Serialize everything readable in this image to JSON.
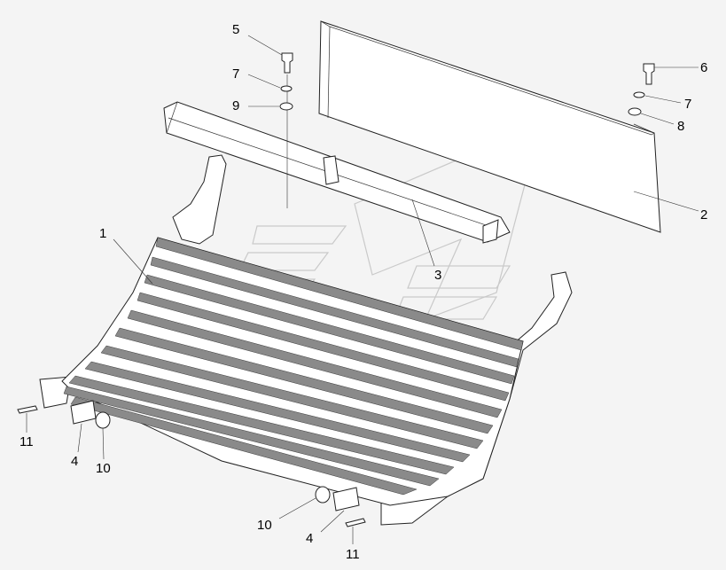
{
  "diagram": {
    "colors": {
      "background": "#f4f4f4",
      "line": "#222222",
      "watermark": "#c9c9c9"
    },
    "callouts": [
      {
        "id": "c1",
        "text": "1"
      },
      {
        "id": "c2",
        "text": "2"
      },
      {
        "id": "c3",
        "text": "3"
      },
      {
        "id": "c4a",
        "text": "4"
      },
      {
        "id": "c4b",
        "text": "4"
      },
      {
        "id": "c5",
        "text": "5"
      },
      {
        "id": "c6",
        "text": "6"
      },
      {
        "id": "c7a",
        "text": "7"
      },
      {
        "id": "c7b",
        "text": "7"
      },
      {
        "id": "c8",
        "text": "8"
      },
      {
        "id": "c9",
        "text": "9"
      },
      {
        "id": "c10a",
        "text": "10"
      },
      {
        "id": "c10b",
        "text": "10"
      },
      {
        "id": "c11a",
        "text": "11"
      },
      {
        "id": "c11b",
        "text": "11"
      }
    ]
  }
}
